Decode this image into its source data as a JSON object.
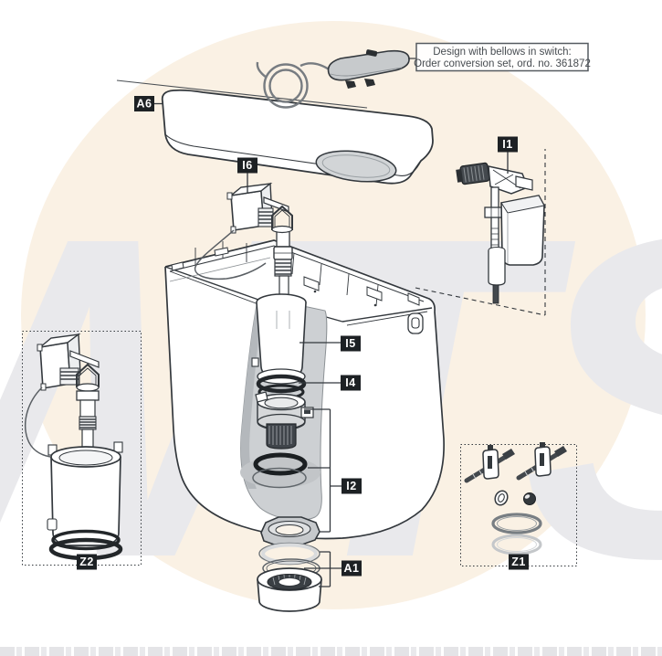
{
  "note_box": {
    "line1": "Design with bellows in switch:",
    "line2": "Order conversion set, ord. no. 361872"
  },
  "part_labels": {
    "a6": "A6",
    "i6": "I6",
    "i1": "I1",
    "i5": "I5",
    "i4": "I4",
    "i2": "I2",
    "a1": "A1",
    "z2": "Z2",
    "z1": "Z1"
  },
  "watermark": {
    "text": "WTS"
  },
  "colors": {
    "line": "#33383d",
    "label_bg": "#1d2124",
    "label_text": "#ffffff",
    "cream_blob": "#faf1e4",
    "watermark_gray": "#e9e9ec",
    "cutaway_gray": "#cdd0d3",
    "button_gray": "#d2d5d7"
  }
}
